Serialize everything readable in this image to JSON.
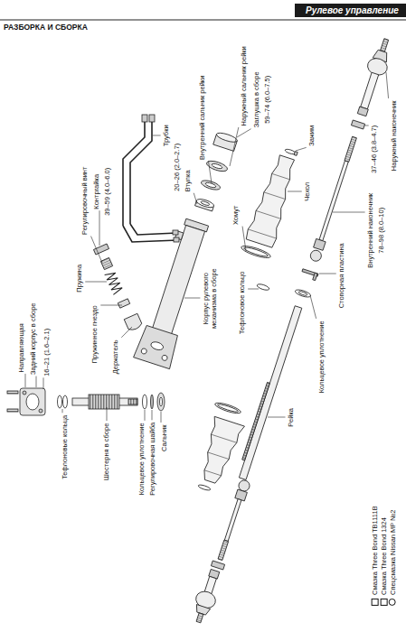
{
  "diagram": {
    "title": "РАЗБОРКА И СБОРКА",
    "labels": [
      "Рулевое управление",
      "Наружный наконечник",
      "37–46 (3.8–4.7)",
      "Внутренний наконечник",
      "78–98 (8.0–10)",
      "Стопорная пластина",
      "Зажим",
      "Чехол",
      "Хомут",
      "Тефлоновое кольцо",
      "Кольцевое уплотнение",
      "Рейка",
      "Наружный сальник рейки",
      "Внутренний сальник рейки",
      "Заглушка в сборе",
      "59–74 (6.0–7.5)",
      "Втулка",
      "Регулировочный винт",
      "Контргайка",
      "39–59 (4.0–6.0)",
      "Трубки",
      "20–26 (2.0–2.7)",
      "Пружина",
      "Пружинное гнездо",
      "Держатель",
      "Корпус рулевого механизма в сборе",
      "Направляющая",
      "Задний корпус в сборе",
      "16–21 (1.6–2.1)",
      "Тефлоновые кольца",
      "Шестерня в сборе",
      "Кольцевое уплотнение",
      "Регулировочная шайба",
      "Сальник"
    ],
    "legend": [
      {
        "text": "Смазка Three Bond TB1111B"
      },
      {
        "text": "Смазка Three Bond 1324"
      },
      {
        "text": "Спецсмазка Nissan MP №2"
      }
    ]
  }
}
